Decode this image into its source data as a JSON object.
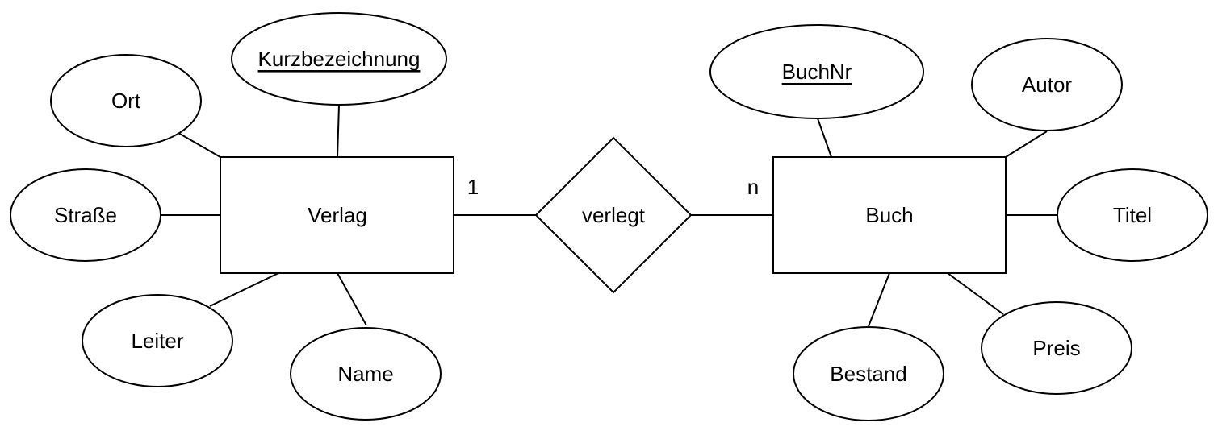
{
  "entities": {
    "verlag": {
      "label": "Verlag"
    },
    "buch": {
      "label": "Buch"
    }
  },
  "relationship": {
    "label": "verlegt",
    "cardinality_left": "1",
    "cardinality_right": "n"
  },
  "attributes": {
    "verlag": {
      "kurzbezeichnung": {
        "label": "Kurzbezeichnung",
        "primary_key": true
      },
      "ort": {
        "label": "Ort",
        "primary_key": false
      },
      "strasse": {
        "label": "Straße",
        "primary_key": false
      },
      "leiter": {
        "label": "Leiter",
        "primary_key": false
      },
      "name": {
        "label": "Name",
        "primary_key": false
      }
    },
    "buch": {
      "buchnr": {
        "label": "BuchNr",
        "primary_key": true
      },
      "autor": {
        "label": "Autor",
        "primary_key": false
      },
      "titel": {
        "label": "Titel",
        "primary_key": false
      },
      "preis": {
        "label": "Preis",
        "primary_key": false
      },
      "bestand": {
        "label": "Bestand",
        "primary_key": false
      }
    }
  },
  "colors": {
    "stroke": "#000000",
    "fill": "#ffffff",
    "text": "#000000"
  }
}
